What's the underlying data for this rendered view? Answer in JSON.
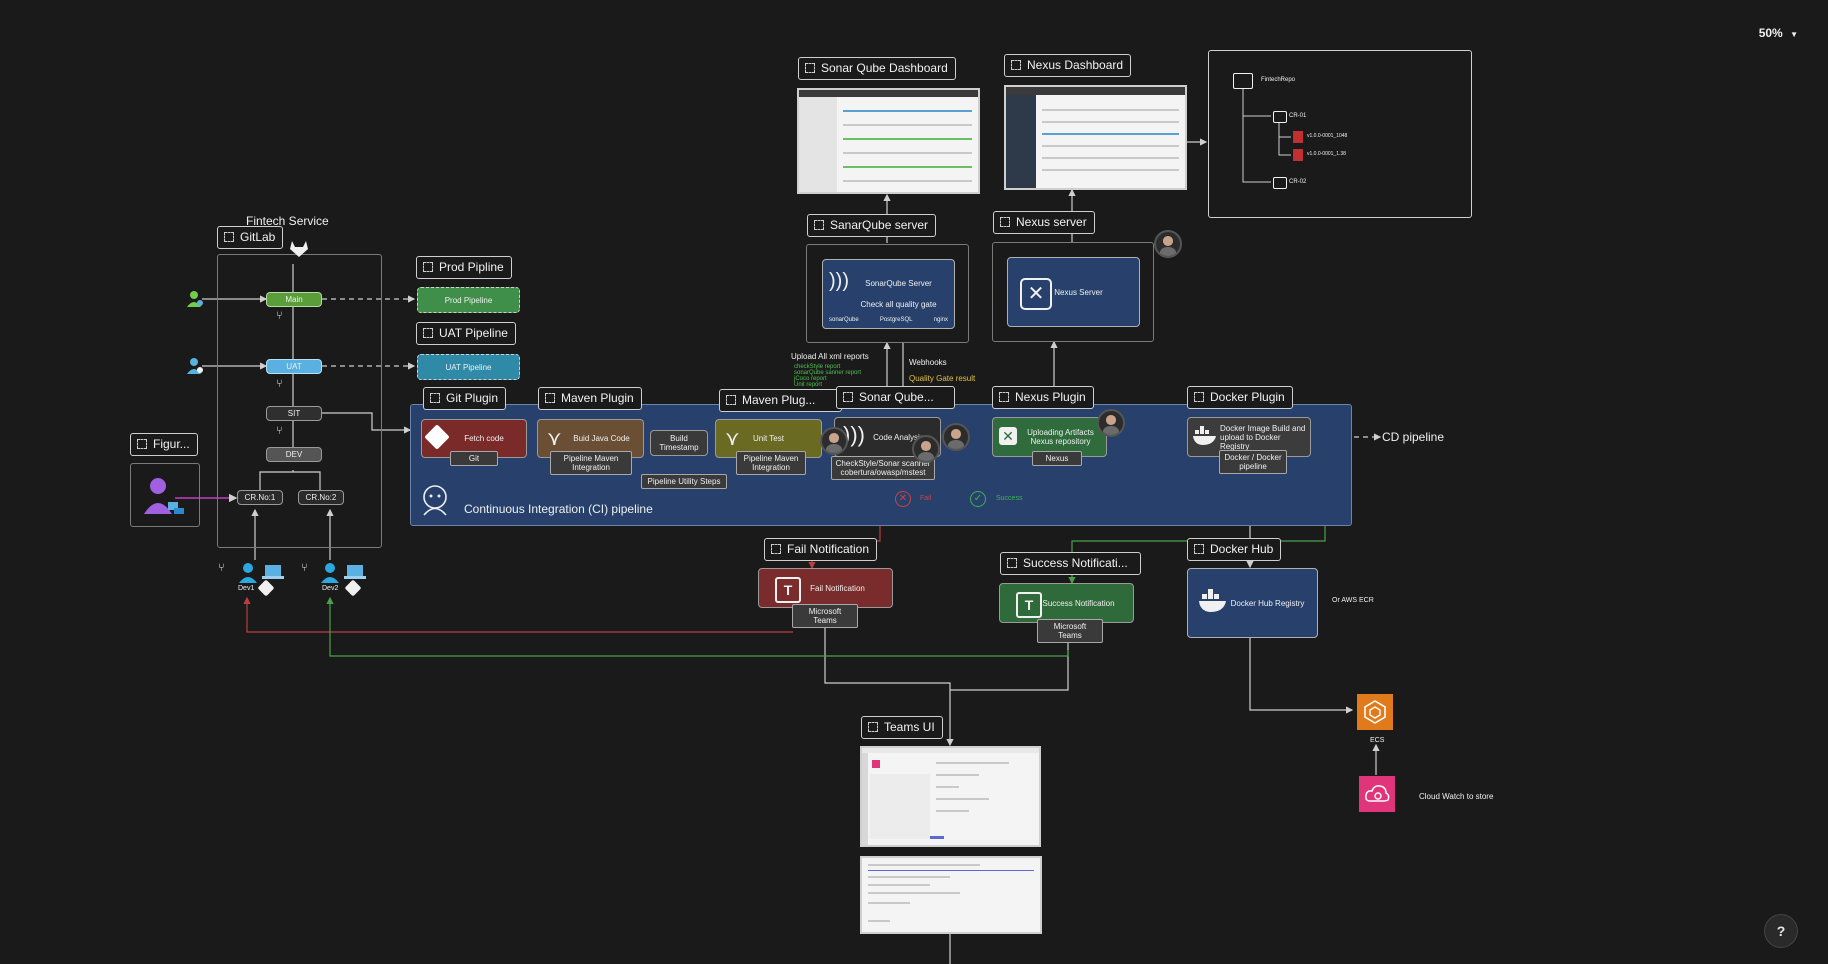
{
  "zoom": "50%",
  "help": "?",
  "frames": {
    "gitlab": "GitLab",
    "figure": "Figur...",
    "prod_pipeline": "Prod Pipline",
    "uat_pipeline": "UAT Pipeline",
    "git_plugin": "Git Plugin",
    "maven_plugin": "Maven Plugin",
    "maven_plugin_2": "Maven Plug...",
    "sonar_plugin": "Sonar Qube...",
    "nexus_plugin": "Nexus Plugin",
    "docker_plugin": "Docker Plugin",
    "sonar_dashboard": "Sonar Qube Dashboard",
    "nexus_dashboard": "Nexus Dashboard",
    "sonar_server": "SanarQube server",
    "nexus_server": "Nexus server",
    "fail_notification": "Fail Notification",
    "success_notification": "Success Notificati...",
    "docker_hub": "Docker Hub",
    "teams_ui": "Teams UI"
  },
  "gitlab": {
    "title": "Fintech Service",
    "branches": {
      "main": "Main",
      "uat": "UAT",
      "sit": "SIT",
      "dev": "DEV",
      "cr1": "CR.No:1",
      "cr2": "CR.No:2"
    },
    "devs": [
      "Dev1",
      "Dev2"
    ]
  },
  "pipelines": {
    "prod": "Prod Pipeline",
    "uat": "UAT Pipeline"
  },
  "ci": {
    "title": "Continuous Integration (CI) pipeline",
    "fetch": "Fetch code",
    "git_tag": "Git",
    "build": "Buid Java Code",
    "build_tag": "Pipeline Maven Integration",
    "timestamp": "Build Timestamp",
    "utility": "Pipeline Utility Steps",
    "unit": "Unit Test",
    "unit_tag": "Pipeline Maven Integration",
    "code_analysis": "Code Analysis",
    "code_tag": "CheckStyle/Sonar scanner cobertura/owasp/mstest",
    "fail": "Fail",
    "success": "Success",
    "upload": "Uploading Artifacts",
    "upload_sub": "Nexus repository",
    "nexus_tag": "Nexus",
    "docker": "Docker Image Build and upload to Docker Registry",
    "docker_tag": "Docker / Docker pipeline",
    "cd": "CD pipeline"
  },
  "sonar": {
    "title": "SonarQube Server",
    "sub": "Check all quality gate",
    "logos": [
      "sonarQube",
      "PostgreSQL",
      "nginx"
    ],
    "upload": "Upload All xml reports",
    "reports": [
      "checkStyle report",
      "sonarQube sanner report",
      "jCoco report",
      "Unit report"
    ],
    "webhooks": "Webhooks",
    "quality_gate": "Quality Gate result"
  },
  "nexus": {
    "title": "Nexus Server"
  },
  "repo": {
    "root": "FintechRepo",
    "cr1": "CR-01",
    "cr2": "CR-02",
    "files": [
      "v1.0.0-0001_1048",
      "v1.0.0-0001_1.38"
    ]
  },
  "notifications": {
    "fail": "Fail Notification",
    "success": "Success Notification",
    "teams": "Microsoft Teams"
  },
  "docker_hub": {
    "title": "Docker Hub Registry",
    "alt": "Or AWS ECR"
  },
  "aws": {
    "ecs": "ECS",
    "cloudwatch": "Cloud Watch to store"
  },
  "colors": {
    "ci_bg": "#27416c",
    "fetch": "#7a2a28",
    "build": "#6b4f34",
    "unit": "#6b6a23",
    "code": "#2b2b2b",
    "upload": "#2f6b3c",
    "docker": "#3c3c3c",
    "fail": "#7a2b2b",
    "success": "#2f6a3a",
    "main": "#5a9e3a",
    "uat": "#5ab0e0",
    "ecs": "#e07a1a",
    "cloudwatch": "#e0357a"
  }
}
